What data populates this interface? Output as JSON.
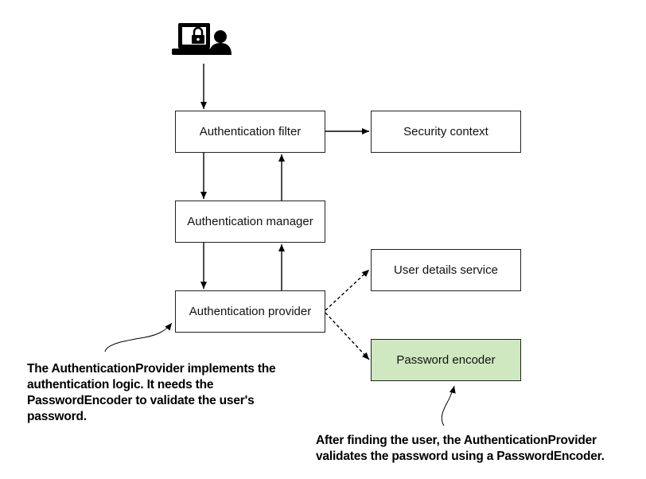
{
  "diagram": {
    "boxes": {
      "auth_filter": "Authentication filter",
      "security_context": "Security context",
      "auth_manager": "Authentication manager",
      "user_details_service": "User details service",
      "auth_provider": "Authentication provider",
      "password_encoder": "Password encoder"
    },
    "annotations": {
      "provider_note": "The AuthenticationProvider implements the authentication logic. It needs the PasswordEncoder to validate the user's password.",
      "encoder_note": "After finding the user, the AuthenticationProvider validates the password using a PasswordEncoder."
    },
    "icons": {
      "top": "user-laptop-lock-icon"
    },
    "colors": {
      "highlight_fill": "#cfe8c0",
      "stroke": "#222222",
      "text": "#000000"
    }
  }
}
